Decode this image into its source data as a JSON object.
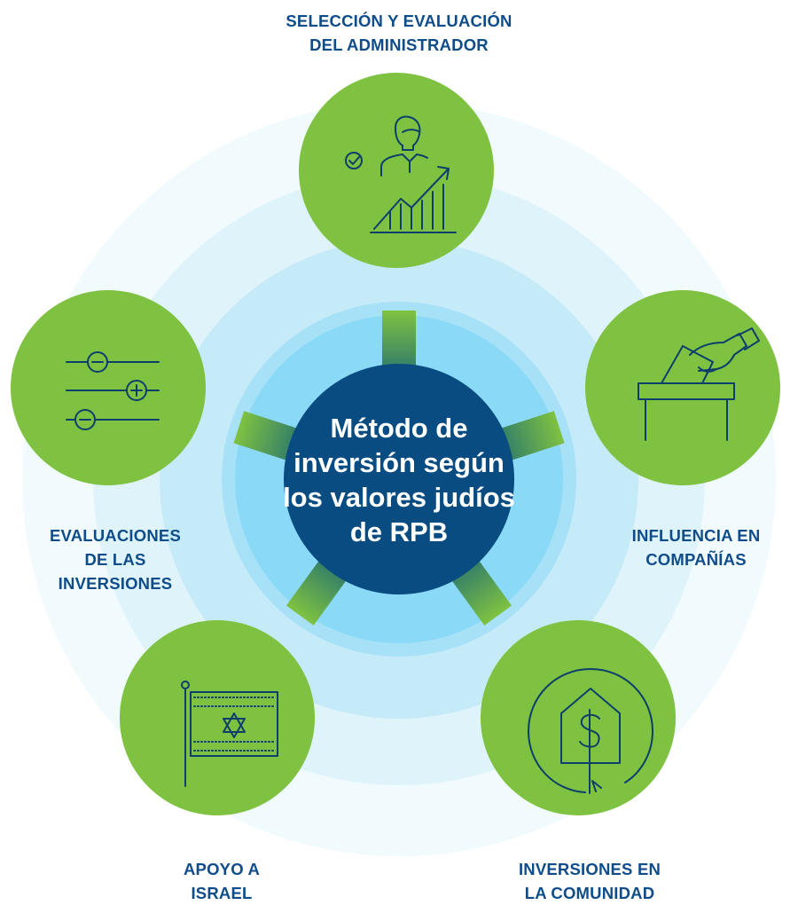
{
  "center": {
    "lines": [
      "Método de",
      "inversión según",
      "los valores judíos",
      "de RPB"
    ]
  },
  "nodes": {
    "top": {
      "icon": "manager-growth-chart-icon",
      "lines": [
        "SELECCIÓN Y EVALUACIÓN",
        "DEL ADMINISTRADOR"
      ]
    },
    "right": {
      "icon": "ballot-box-vote-icon",
      "lines": [
        "INFLUENCIA EN",
        "COMPAÑÍAS"
      ]
    },
    "bottom_right": {
      "icon": "house-dollar-cycle-icon",
      "lines": [
        "INVERSIONES EN",
        "LA COMUNIDAD"
      ]
    },
    "bottom_left": {
      "icon": "israel-flag-icon",
      "lines": [
        "APOYO A",
        "ISRAEL"
      ]
    },
    "left": {
      "icon": "adjustment-sliders-icon",
      "lines": [
        "EVALUACIONES",
        "DE LAS",
        "INVERSIONES"
      ]
    }
  },
  "colors": {
    "green": "#7fc241",
    "navy": "#084c82",
    "ring_inner": "#8ad9f7",
    "ring_outer": "#eaf7fc",
    "icon_stroke": "#0e3e6b",
    "label": "#0e4c8a"
  }
}
